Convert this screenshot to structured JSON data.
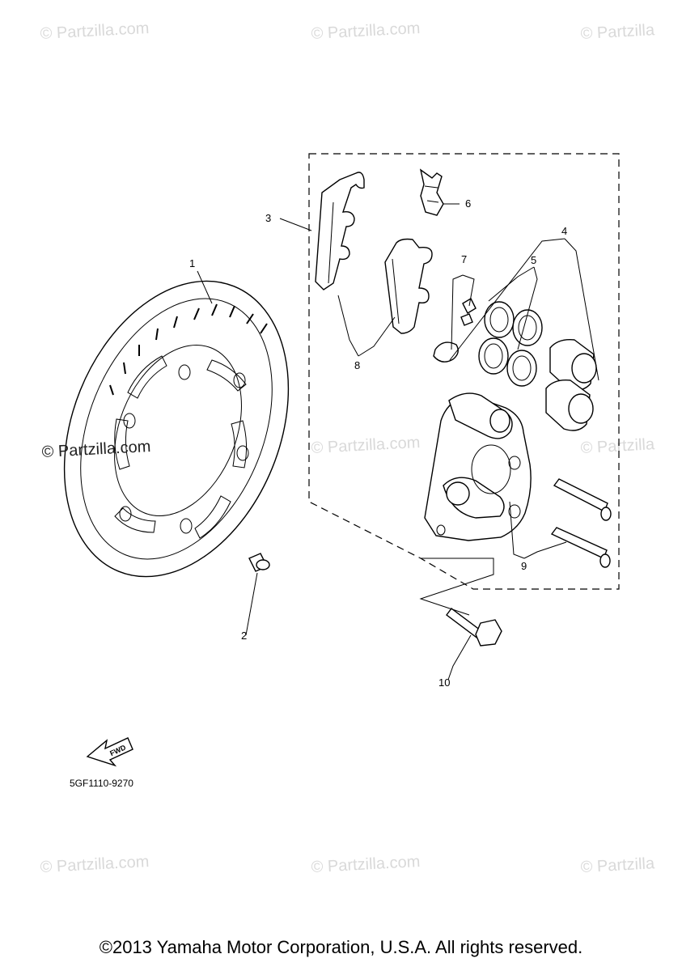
{
  "watermarks": {
    "w1": "© Partzilla.com",
    "w2": "© Partzilla.com",
    "w3": "© Partzilla",
    "w4": "© Partzilla.com",
    "w5": "© Partzilla.com",
    "w6": "© Partzilla",
    "w7": "© Partzilla.com",
    "w8": "© Partzilla.com",
    "w9": "© Partzilla"
  },
  "callouts": {
    "c1": "1",
    "c2": "2",
    "c3": "3",
    "c4": "4",
    "c5": "5",
    "c6": "6",
    "c7": "7",
    "c8": "8",
    "c9": "9",
    "c10": "10"
  },
  "fwd_label": "FWD",
  "diagram_code": "5GF1110-9270",
  "copyright": "©2013 Yamaha Motor Corporation, U.S.A. All rights reserved."
}
